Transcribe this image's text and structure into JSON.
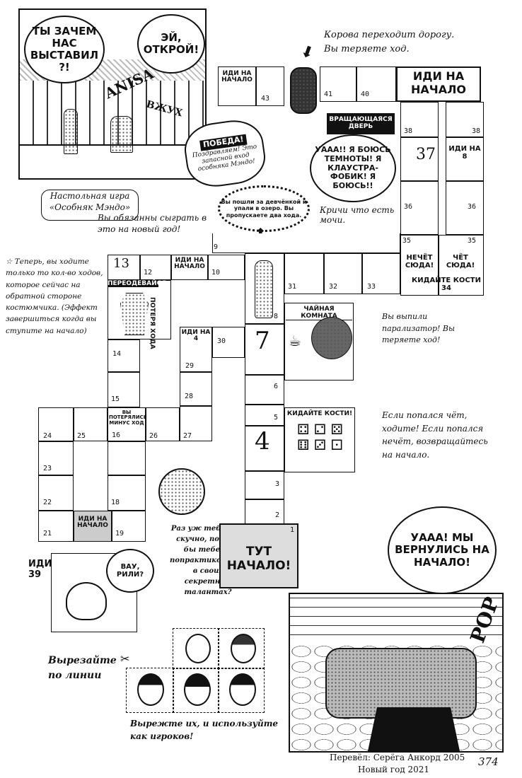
{
  "top_panel": {
    "bubble_left": "ТЫ ЗАЧЕМ НАС ВЫСТАВИЛ ?!",
    "bubble_right": "ЭЙ, ОТКРОЙ!",
    "sign_text": "ANISA",
    "sfx": "ВЖУХ"
  },
  "game_title": {
    "title": "Настольная игра «Особняк Мэндо»",
    "subtitle": "Вы обязанны сыграть в это на новый год!"
  },
  "cow_note": "Корова переходит дорогу. Вы теряете ход.",
  "victory": {
    "title": "ПОБЕДА!",
    "text": "Поздравляем! Это запасной вход особняка Мэндо!"
  },
  "lake_note": "Вы пошли за девчёнкой и упали в озеро. Вы пропускаете два хода.",
  "revolving_door": {
    "label": "ВРАЩАЮЩАЯСЯ ДВЕРЬ",
    "bubble": "УААА!! Я БОЮСЬ ТЕМНОТЫ! Я КЛАУСТРА-ФОБИК! Я БОЮСЬ!!",
    "caption": "Кричи что есть мочи."
  },
  "go_to_start_top": "ИДИ НА НАЧАЛО",
  "go_to_start_small": "ИДИ НА НАЧАЛО",
  "go_to_8": "ИДИ НА 8",
  "go_to_4": "ИДИ НА 4",
  "go_to_39": "ИДИ НА 39",
  "odd_here": "НЕЧЁТ СЮДА!",
  "even_here": "ЧЁТ СЮДА!",
  "roll_dice_34": "КИДАЙТЕ КОСТИ 34",
  "costume_note": "☆ Теперь, вы ходите только то кол-во ходов, которое сейчас на обратной стороне костюмчика. (Эффект завершиться когда вы ступите на начало)",
  "change_clothes": "ПЕРЕОДЕВАЙСЯ",
  "lose_turn": "ПОТЕРЯ ХОДА",
  "lost_turn_16": "ВЫ ПОТЕРЯЛИСЬ МИНУС ХОД",
  "tea_room": {
    "label": "ЧАЙНАЯ КОМНАТА",
    "note": "Вы выпили парализатор! Вы теряете ход!"
  },
  "dice": {
    "label": "КИДАЙТЕ КОСТИ!",
    "note": "Если попался чёт, ходите! Если попался нечёт, возвращайтесь на начало."
  },
  "start": "ТУТ НАЧАЛО!",
  "skill_note": "Раз уж тебе так скучно, почему бы тебе не попрактиковаться в своих секретных талантах?",
  "cat_bubble": "ВАУ, РИЛИ?",
  "cut_note": "Вырезайте по линии",
  "tokens_note": "Вырежте их, и используйте как игроков!",
  "back_panel": {
    "bubble": "УААА! МЫ ВЕРНУЛИСЬ НА НАЧАЛО!",
    "sfx": "POP"
  },
  "cells": [
    "1",
    "2",
    "3",
    "4",
    "5",
    "6",
    "7",
    "8",
    "9",
    "10",
    "12",
    "13",
    "14",
    "15",
    "16",
    "18",
    "19",
    "21",
    "22",
    "23",
    "24",
    "25",
    "26",
    "27",
    "28",
    "29",
    "30",
    "31",
    "32",
    "33",
    "35",
    "36",
    "37",
    "38",
    "40",
    "41",
    "43"
  ],
  "credits": {
    "line1": "Перевёл: Серёга Анкорд 2005",
    "line2": "Новый год 2021",
    "page": "374"
  }
}
